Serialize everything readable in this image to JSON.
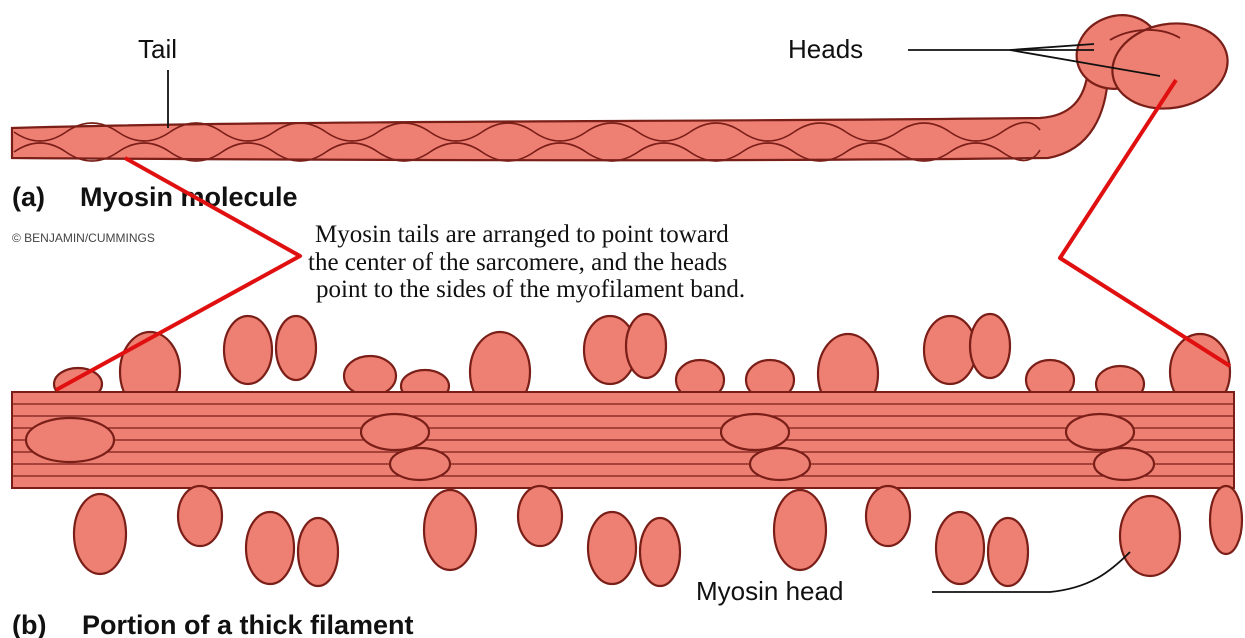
{
  "part_a": {
    "tail_label": "Tail",
    "heads_label": "Heads",
    "caption_letter": "(a)",
    "caption": "Myosin molecule",
    "credit": "© BENJAMIN/CUMMINGS"
  },
  "note": {
    "line1": "Myosin tails are arranged to point toward",
    "line2": "the center of the sarcomere, and the heads",
    "line3": "point to the sides of the myofilament band."
  },
  "part_b": {
    "head_label": "Myosin head",
    "caption_letter": "(b)",
    "caption": "Portion of a thick filament"
  },
  "colors": {
    "myosin_fill": "#ee8073",
    "outline": "#7a1e18",
    "annotation_line": "#e01010"
  }
}
